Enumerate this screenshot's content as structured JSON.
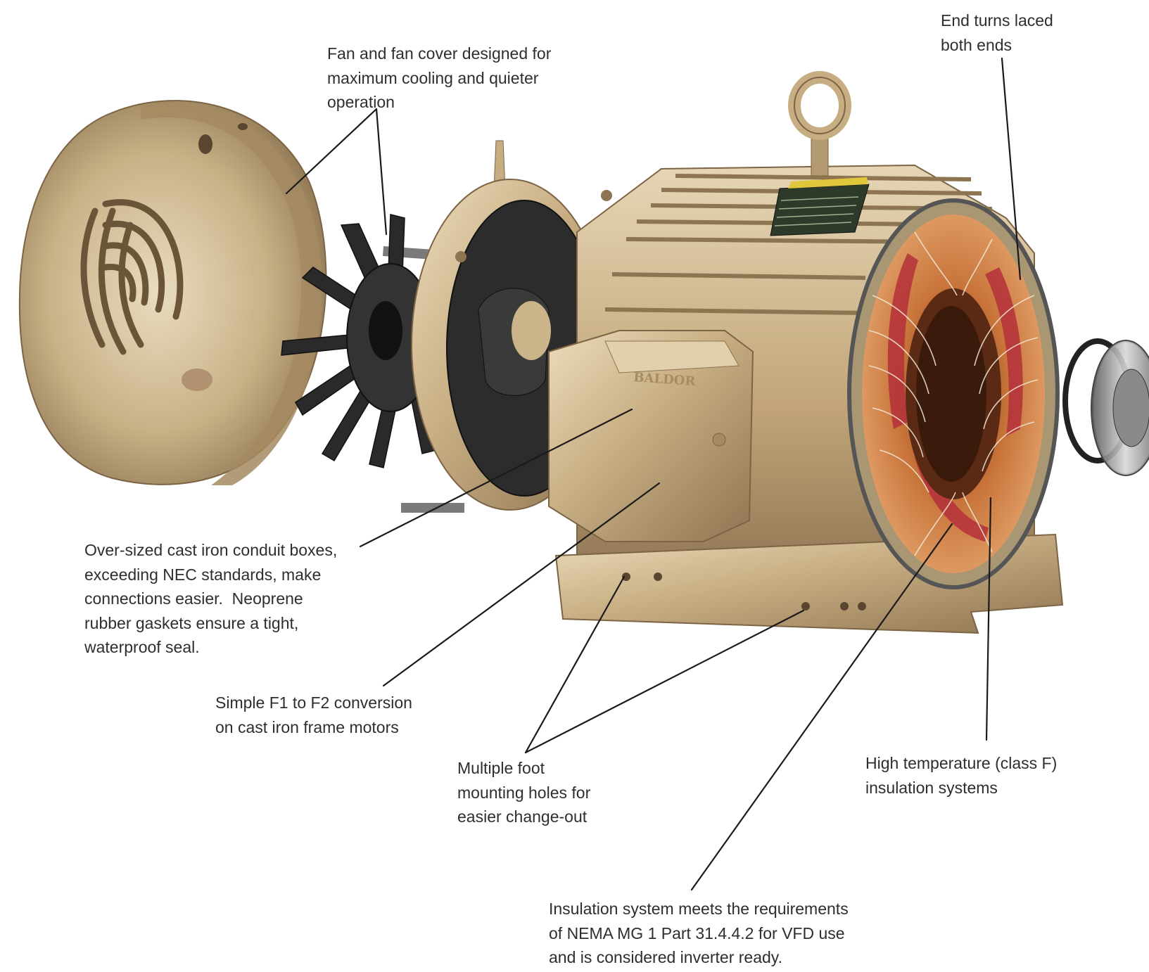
{
  "callouts": {
    "end_turns": [
      "End turns laced",
      "both ends"
    ],
    "fan_cover": [
      "Fan and fan cover designed for",
      "maximum cooling and quieter",
      "operation"
    ],
    "conduit_boxes": [
      "Over-sized cast iron conduit boxes,",
      "exceeding NEC standards, make",
      "connections easier.  Neoprene",
      "rubber gaskets ensure a tight,",
      "waterproof seal."
    ],
    "f1_f2": [
      "Simple F1 to F2 conversion",
      "on cast iron frame motors"
    ],
    "foot_holes": [
      "Multiple foot",
      "mounting holes for",
      "easier change-out"
    ],
    "high_temp": [
      "High temperature (class F)",
      "insulation systems"
    ],
    "nema": [
      "Insulation system meets the requirements",
      "of NEMA MG 1 Part 31.4.4.2 for VFD use",
      "and is considered inverter ready."
    ]
  },
  "brand_mark": "BALDOR",
  "colors": {
    "casting": "#c7ad82",
    "casting_dark": "#8e7552",
    "casting_light": "#e6d6b6",
    "fan": "#2a2a2a",
    "copper": "#c8743a",
    "winding_red": "#b4303a",
    "leader_line": "#1a1a1a",
    "text": "#2e2e2e"
  }
}
